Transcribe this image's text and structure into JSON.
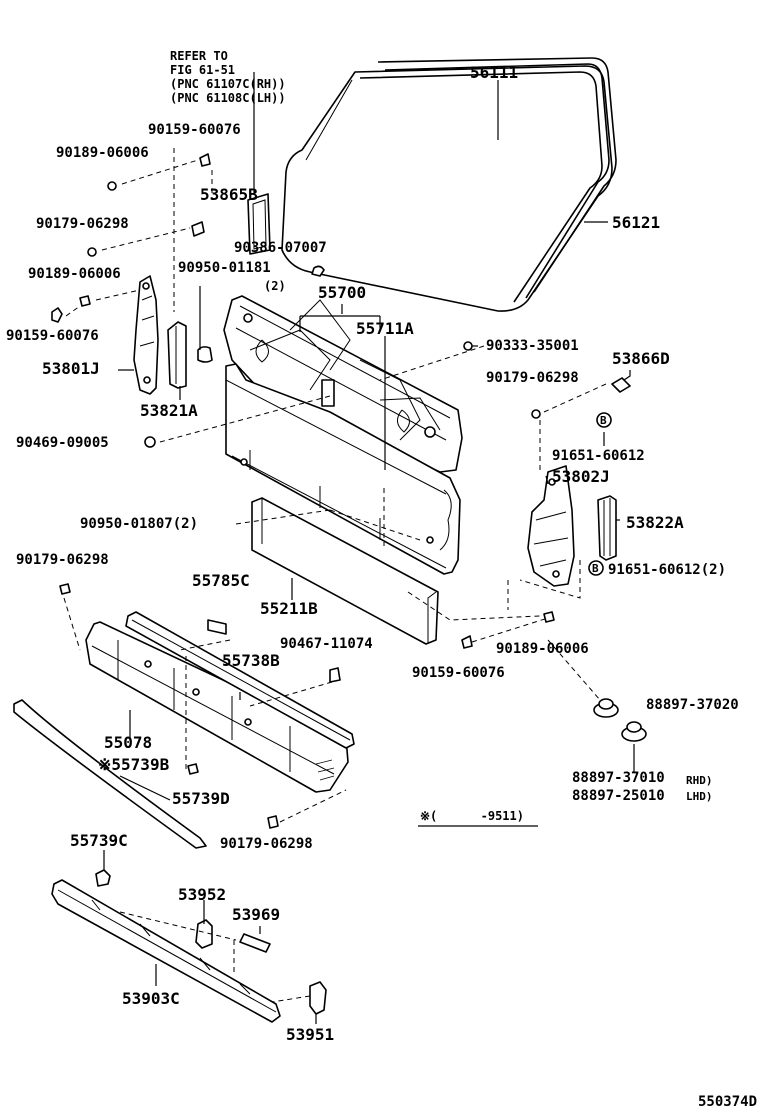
{
  "diagram": {
    "refer_note": [
      "REFER TO",
      "FIG 61-51",
      "(PNC 61107C(RH))",
      "(PNC 61108C(LH))"
    ],
    "footnote": "※(      -9511)",
    "figure_id": "550374D",
    "parts": {
      "p56111": "56111",
      "p56121": "56121",
      "p55700": "55700",
      "p55711A": "55711A",
      "p90333": "90333-35001",
      "p53866D": "53866D",
      "p90179b": "90179-06298",
      "p91651a": "91651-60612",
      "p53802J": "53802J",
      "p53822A": "53822A",
      "p91651b": "91651-60612(2)",
      "p90189b": "90189-06006",
      "p90159c": "90159-60076",
      "p88897a": "88897-37020",
      "p88897b": "88897-37010",
      "p88897c": "88897-25010",
      "rhd": "RHD)",
      "lhd": "LHD)",
      "p90159a": "90159-60076",
      "p90189a": "90189-06006",
      "p53865B": "53865B",
      "p90179a": "90179-06298",
      "p90386": "90386-07007",
      "p90189c": "90189-06006",
      "p90950a": "90950-01181",
      "qty2": "(2)",
      "p90159b": "90159-60076",
      "p53801J": "53801J",
      "p53821A": "53821A",
      "p90469": "90469-09005",
      "p90950b": "90950-01807(2)",
      "p90179c": "90179-06298",
      "p55785C": "55785C",
      "p55211B": "55211B",
      "p90467": "90467-11074",
      "p55738B": "55738B",
      "p55078": "55078",
      "p55739B": "※55739B",
      "p55739D": "55739D",
      "p90179d": "90179-06298",
      "p55739C": "55739C",
      "p53952": "53952",
      "p53969": "53969",
      "p53903C": "53903C",
      "p53951": "53951",
      "marker_b": "B"
    }
  }
}
